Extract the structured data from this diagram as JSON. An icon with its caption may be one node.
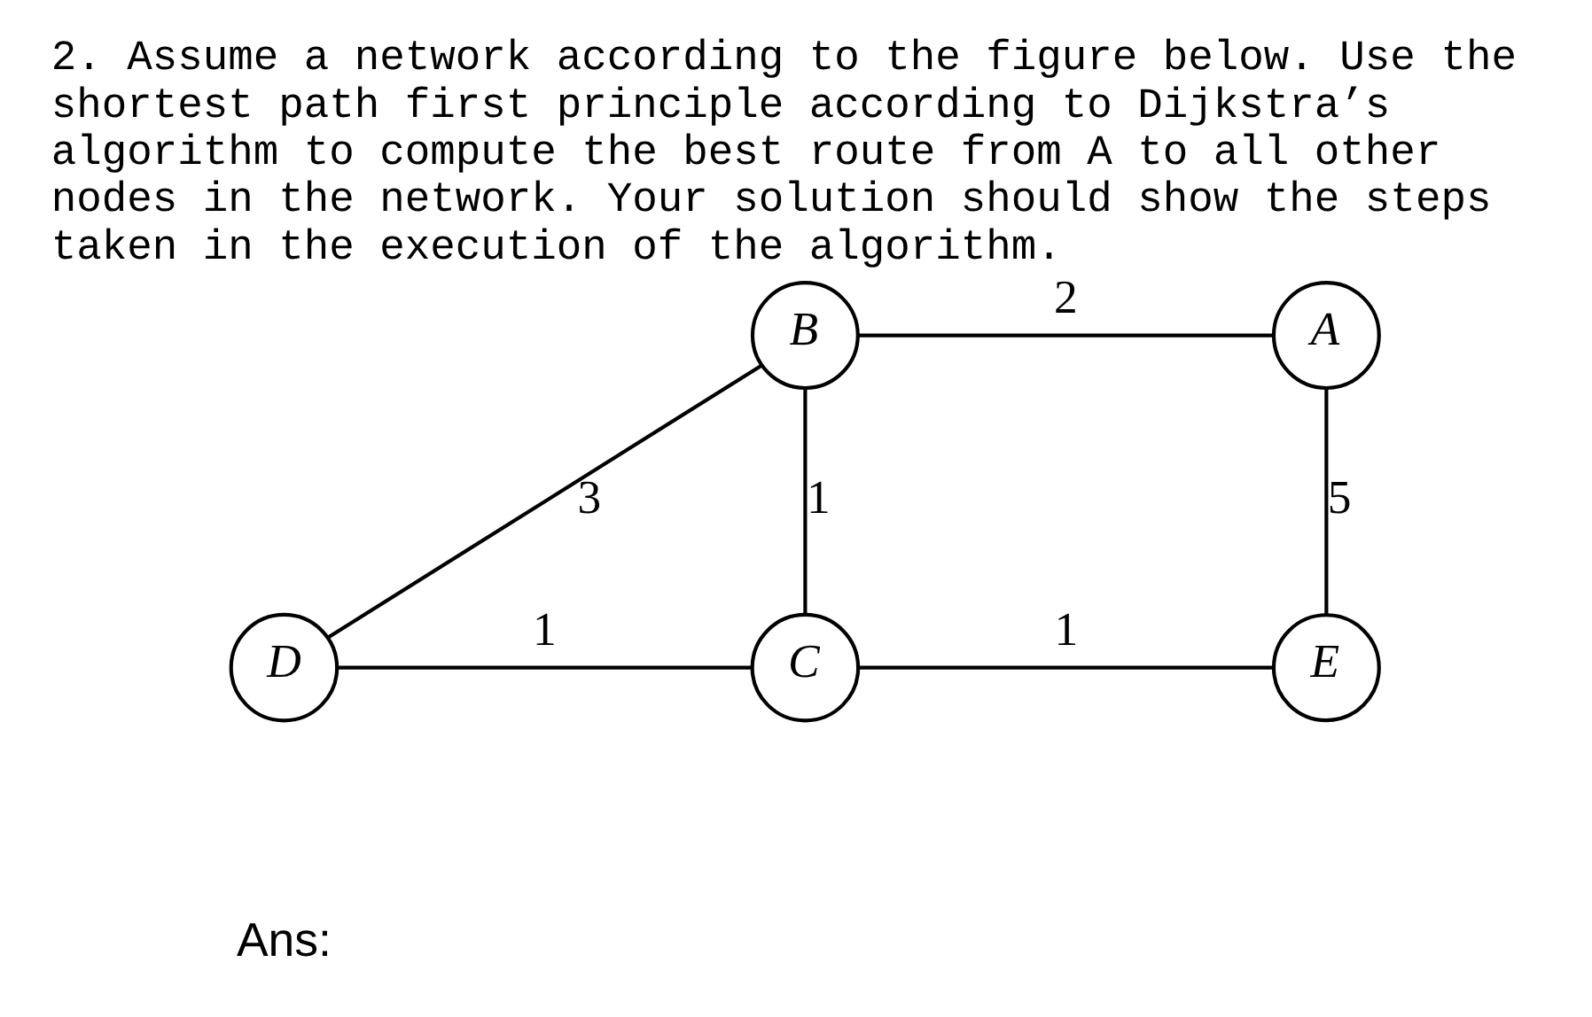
{
  "diagram": {
    "title": "2. Assume a network according to the figure below. Use the shortest path first principle according to Dijkstra’s algorithm to compute the best route from A to all other nodes in the network. Your solution should show the steps taken in the execution of the algorithm.",
    "nodes": [
      {
        "text": [
          "B"
        ]
      },
      {
        "text": [
          "A"
        ]
      },
      {
        "text": [
          "D"
        ]
      },
      {
        "text": [
          "C"
        ]
      },
      {
        "text": [
          "E"
        ]
      }
    ],
    "edges": [
      {
        "from": 0,
        "to": 1,
        "arrow": "none",
        "label": "2"
      },
      {
        "from": 0,
        "to": 2,
        "arrow": "none",
        "label": "3"
      },
      {
        "from": 0,
        "to": 3,
        "arrow": "none",
        "label": "1"
      },
      {
        "from": 1,
        "to": 4,
        "arrow": "none",
        "label": "5"
      },
      {
        "from": 2,
        "to": 3,
        "arrow": "none",
        "label": "1"
      },
      {
        "from": 3,
        "to": 4,
        "arrow": "none",
        "label": "1"
      }
    ],
    "labels": [
      "Ans:"
    ]
  }
}
